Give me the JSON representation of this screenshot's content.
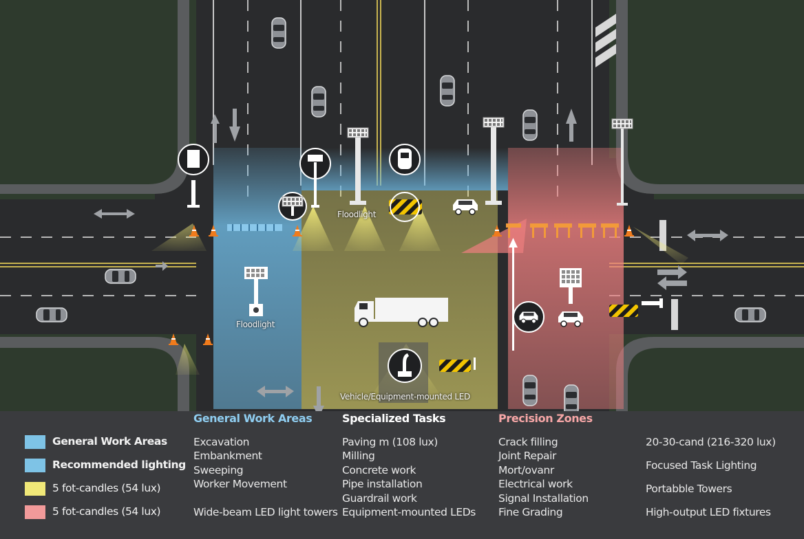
{
  "map_labels": {
    "floodlight_top": "Floodlight",
    "floodlight_left": "Floodlight",
    "vehicle_mounted": "Vehicle/Equipment-mounted LED"
  },
  "legend": {
    "columns": {
      "general": "General Work Areas",
      "specialized": "Specialized Tasks",
      "precision": "Precision Zones"
    },
    "key": [
      {
        "label": "General Work Areas",
        "color": "#7ec3e6",
        "bold": true
      },
      {
        "label": "Recommended lighting",
        "color": "#7ec3e6",
        "bold": true
      },
      {
        "label": "5 fot-candles (54 lux)",
        "color": "#f0e878",
        "bold": false
      },
      {
        "label": "5 fot-candles (54 lux)",
        "color": "#f29a9a",
        "bold": false
      }
    ],
    "general_items": [
      "Excavation",
      "Embankment",
      "Sweeping",
      "Worker Movement"
    ],
    "general_footer": "Wide-beam LED light towers",
    "specialized_items": [
      "Paving m (108 lux)",
      "Milling",
      "Concrete work",
      "Pipe installation",
      "Guardrail work"
    ],
    "specialized_footer": "Equipment-mounted LEDs",
    "precision_items": [
      "Crack filling",
      "Joint Repair",
      "Mort/ovanr",
      "Electrical work",
      "Signal Installation"
    ],
    "precision_footer": "Fine Grading",
    "right_items": [
      "20-30-cand (216-320 lux)",
      "Focused Task Lighting",
      "Portabble Towers",
      "High-output LED fixtures"
    ]
  },
  "colors": {
    "general_zone": "#6fb9e2",
    "specialized_zone": "#e6dc6e",
    "precision_zone": "#ee7f7f",
    "general_heading": "#8fcdf0",
    "specialized_heading": "#ffffff",
    "precision_heading": "#f7a7a7"
  },
  "icons": [
    "floodlight-icon",
    "light-tower-icon",
    "traffic-cone-icon",
    "barrier-icon",
    "car-icon",
    "truck-icon",
    "arrow-icon"
  ]
}
